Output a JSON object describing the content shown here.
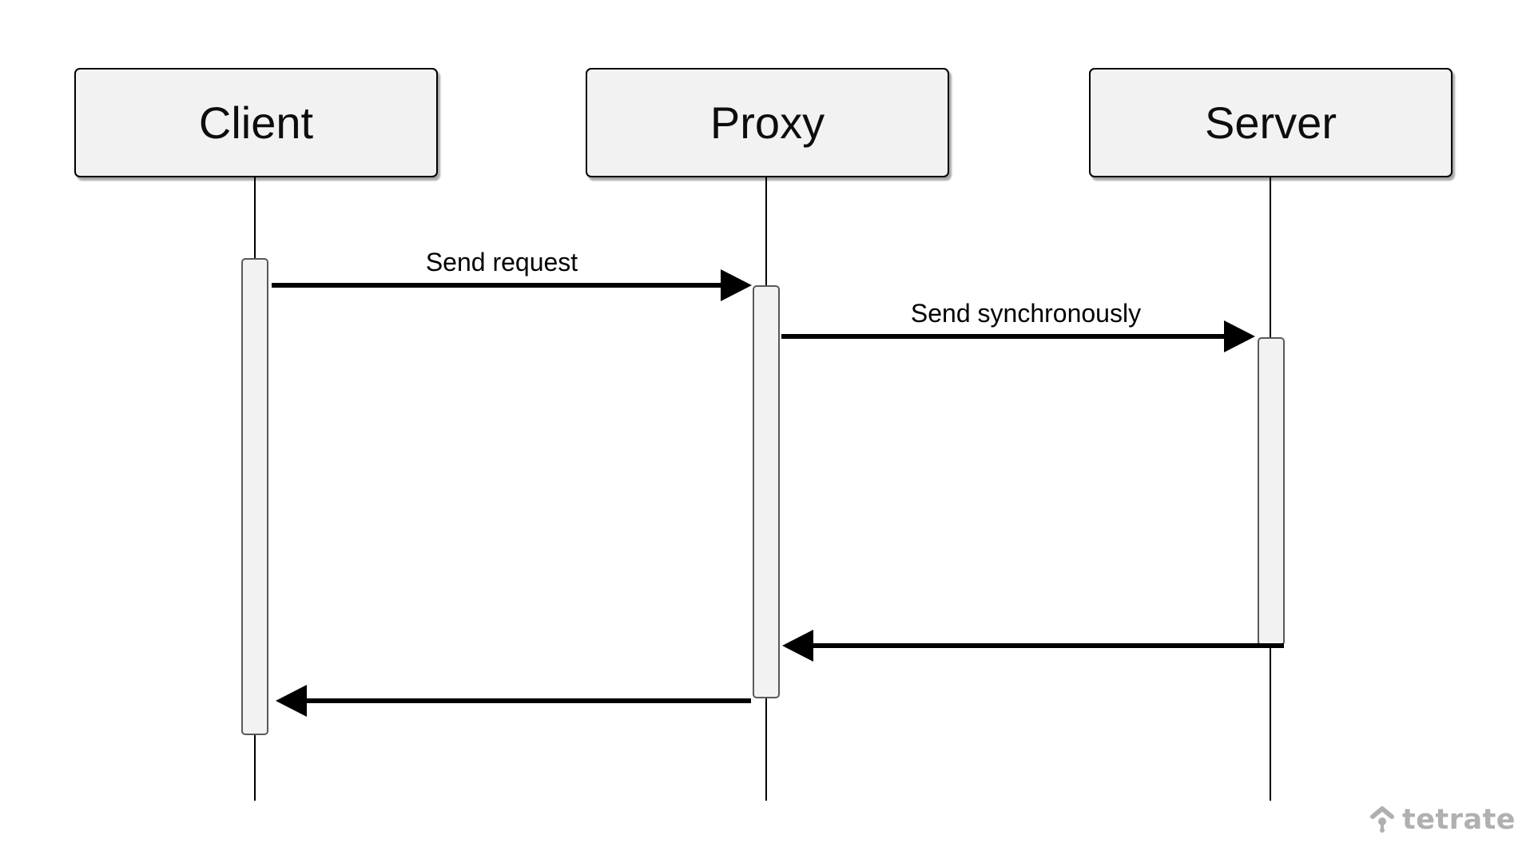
{
  "diagram": {
    "type": "sequence",
    "actors": [
      {
        "name": "Client"
      },
      {
        "name": "Proxy"
      },
      {
        "name": "Server"
      }
    ],
    "messages": [
      {
        "label": "Send request",
        "from": "Client",
        "to": "Proxy",
        "direction": "right"
      },
      {
        "label": "Send synchronously",
        "from": "Proxy",
        "to": "Server",
        "direction": "right"
      },
      {
        "label": "",
        "from": "Server",
        "to": "Proxy",
        "direction": "left"
      },
      {
        "label": "",
        "from": "Proxy",
        "to": "Client",
        "direction": "left"
      }
    ]
  },
  "watermark": {
    "text": "tetrate"
  },
  "theme": {
    "page_bg": "#ffffff",
    "box_fill": "#f2f2f2",
    "box_border": "#000000",
    "bar_fill": "#f2f2f2",
    "bar_border": "#595959",
    "line_color": "#000000",
    "label_color": "#000000",
    "logo_color": "#b0b0b0"
  }
}
